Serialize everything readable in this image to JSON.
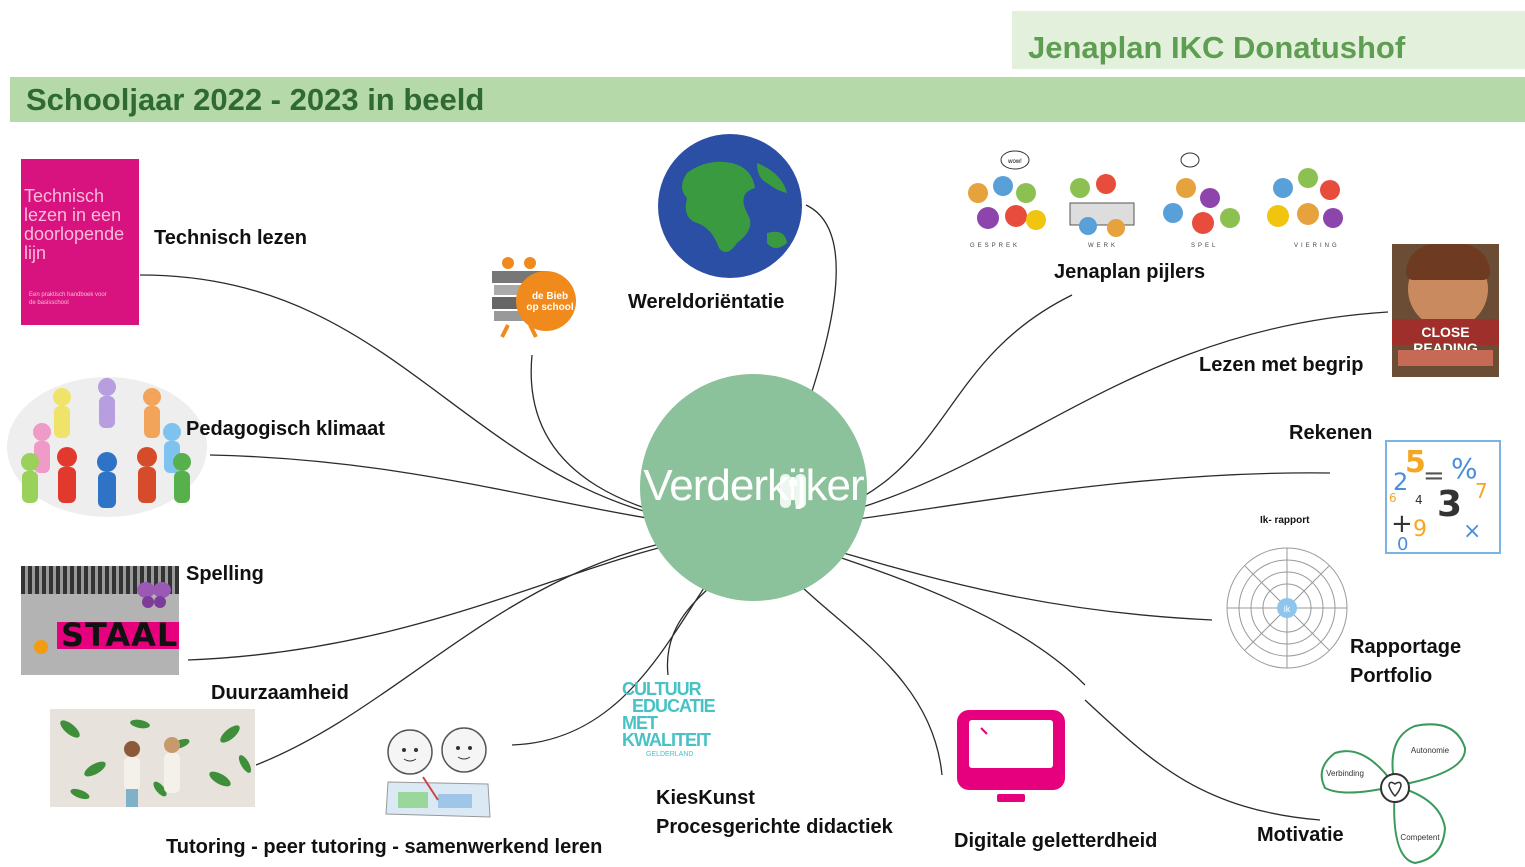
{
  "header": {
    "school_name": "Jenaplan IKC Donatushof",
    "school_year": "Schooljaar 2022 - 2023 in beeld"
  },
  "hub": {
    "label": "Verderkijker"
  },
  "topics": {
    "technisch_lezen": "Technisch lezen",
    "pedagogisch_klimaat": "Pedagogisch klimaat",
    "spelling": "Spelling",
    "duurzaamheid": "Duurzaamheid",
    "tutoring": "Tutoring - peer tutoring - samenwerkend leren",
    "kieskunst": "KiesKunst",
    "procesgerichte_didactiek": "Procesgerichte didactiek",
    "digitale_geletterdheid": "Digitale geletterdheid",
    "motivatie": "Motivatie",
    "rapportage": "Rapportage",
    "portfolio": "Portfolio",
    "rekenen": "Rekenen",
    "lezen_met_begrip": "Lezen met begrip",
    "jenaplan_pijlers": "Jenaplan  pijlers",
    "wereldorientatie": "Wereldoriëntatie"
  },
  "images": {
    "book_technisch_title": "Technisch lezen in een doorlopende lijn",
    "book_technisch_subtitle": "Een praktisch handboek voor de basisschool",
    "book_close_reading": "CLOSE READING",
    "staal_logo": "STAAL",
    "bieb_logo": "de Bieb op school",
    "cultuur_logo": [
      "CULTUUR",
      "EDUCATIE",
      "MET",
      "KWALITEIT"
    ],
    "cultuur_region": "GELDERLAND",
    "ik_rapport": "Ik- rapport",
    "ik_rapport_center": "ik",
    "pillars": [
      "GESPREK",
      "WERK",
      "SPEL",
      "VIERING"
    ],
    "motivatie_petals": [
      "Autonomie",
      "Verbinding",
      "Competent"
    ],
    "wow_bubble": "wow!"
  },
  "colors": {
    "banner_green": "#b5d9a8",
    "banner_light": "#e3f0dc",
    "title_green": "#2f6a35",
    "name_green": "#5e9e52",
    "hub_green": "#8cc29b",
    "magenta": "#e6007e",
    "teal": "#48c2c5"
  }
}
